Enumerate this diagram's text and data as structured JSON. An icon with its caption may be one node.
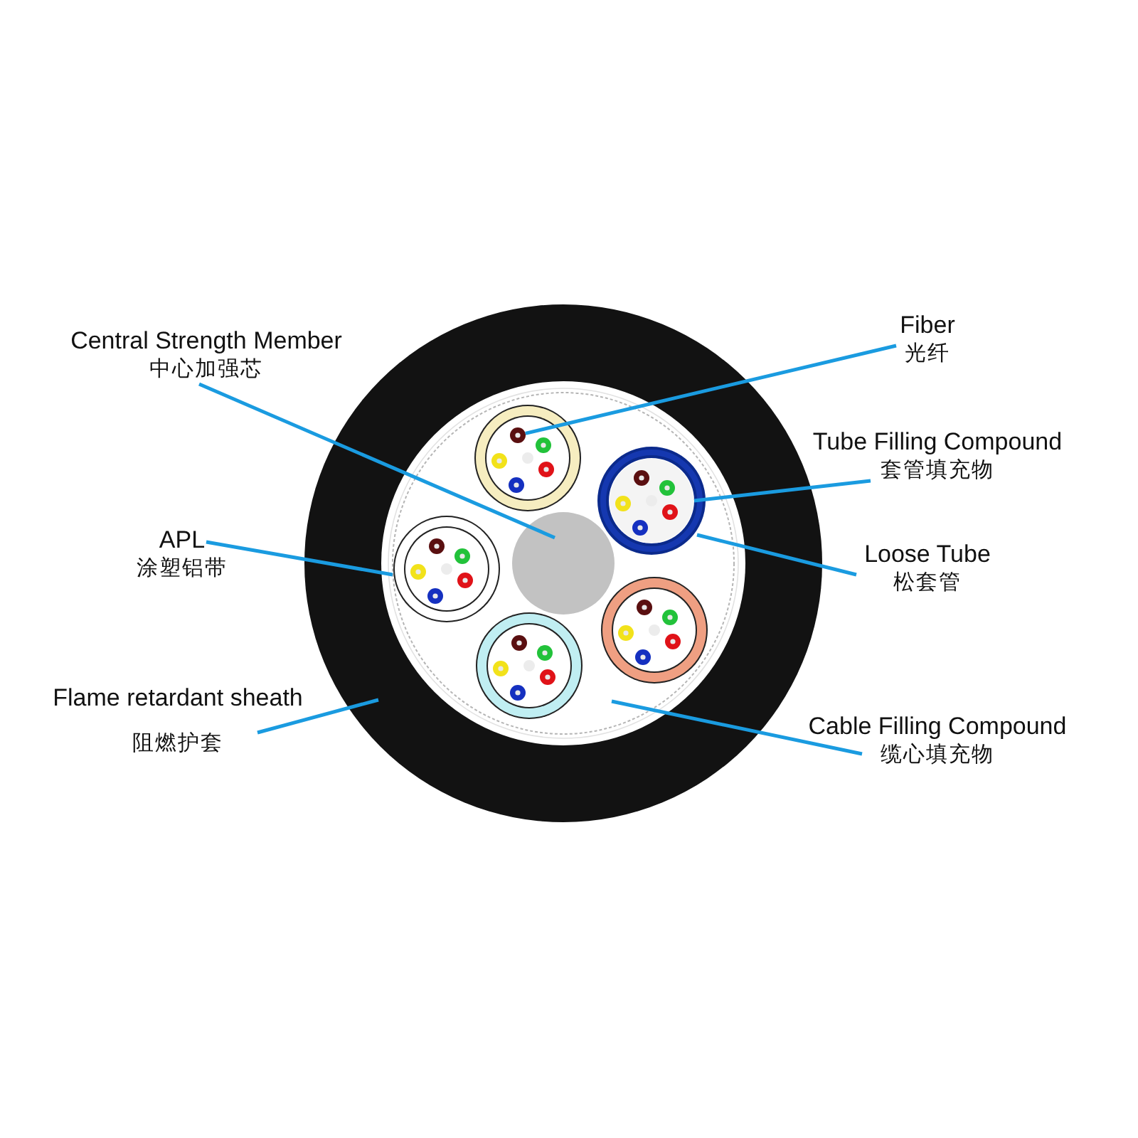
{
  "diagram": {
    "nodes": [
      {
        "text": [
          "Central Strength Member",
          "中心加强芯"
        ]
      },
      {
        "text": [
          "Fiber",
          "光纤"
        ]
      },
      {
        "text": [
          "Tube Filling Compound",
          "套管填充物"
        ]
      },
      {
        "text": [
          "APL",
          "涂塑铝带"
        ]
      },
      {
        "text": [
          "Loose Tube",
          "松套管"
        ]
      },
      {
        "text": [
          "Flame retardant sheath",
          "阻燃护套"
        ]
      },
      {
        "text": [
          "Cable Filling Compound",
          "缆心填充物"
        ]
      },
      {
        "text": [],
        "shape": "circle",
        "in": 11
      },
      {
        "text": [],
        "shape": "circle",
        "in": 11
      },
      {
        "text": [],
        "shape": "circle",
        "in": 10
      },
      {
        "text": [],
        "shape": "circle",
        "in": 11
      },
      {
        "text": [],
        "shape": "circle",
        "in": 12
      },
      {
        "text": [],
        "shape": "circle"
      },
      {
        "text": [],
        "shape": "circle",
        "in": 12
      }
    ],
    "edges": [
      {
        "from": 0,
        "to": 7,
        "arrow": "none"
      },
      {
        "from": 1,
        "to": 8,
        "arrow": "none"
      },
      {
        "from": 2,
        "to": 9,
        "arrow": "none"
      },
      {
        "from": 3,
        "to": 11,
        "arrow": "none"
      },
      {
        "from": 4,
        "to": 10,
        "arrow": "none"
      },
      {
        "from": 5,
        "to": 12,
        "arrow": "none"
      },
      {
        "from": 6,
        "to": 13,
        "arrow": "none"
      }
    ]
  }
}
